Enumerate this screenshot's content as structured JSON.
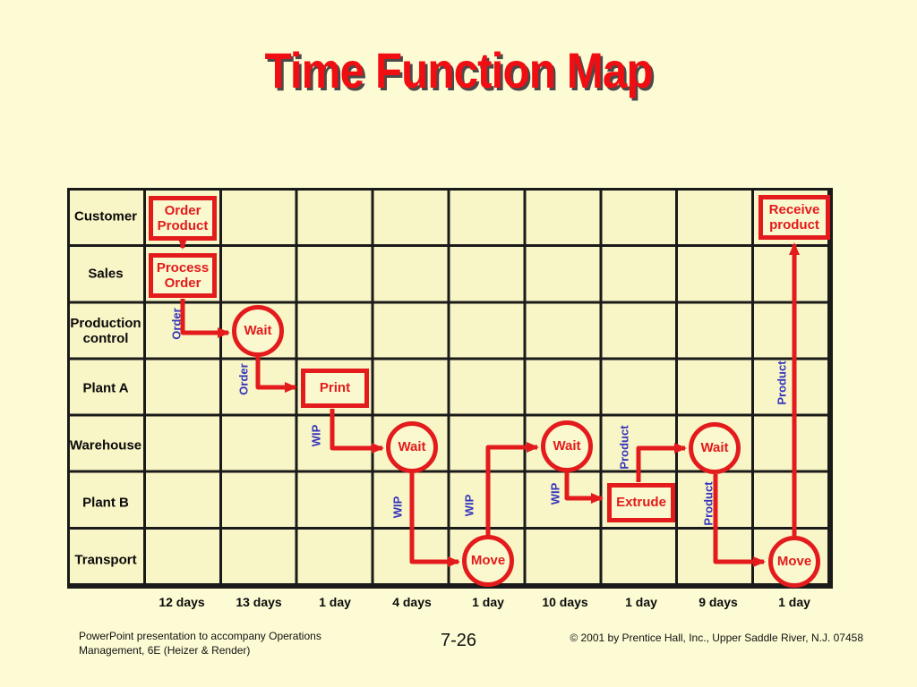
{
  "slide": {
    "title": "Time Function Map",
    "page_number": "7-26",
    "footer_left": "PowerPoint presentation to accompany Operations Management, 6E (Heizer & Render)",
    "footer_right": "© 2001 by Prentice Hall, Inc.,  Upper Saddle River, N.J. 07458"
  },
  "colors": {
    "accent_red": "#e31b1d",
    "label_blue": "#3434c0",
    "grid_line": "#1a1a1a",
    "background": "#fdfbd4",
    "cell_fill": "#f8f5c6"
  },
  "diagram": {
    "rows": [
      "Customer",
      "Sales",
      "Production control",
      "Plant A",
      "Warehouse",
      "Plant B",
      "Transport"
    ],
    "time_labels": [
      "12 days",
      "13 days",
      "1 day",
      "4 days",
      "1 day",
      "10 days",
      "1 day",
      "9 days",
      "1 day"
    ],
    "nodes": {
      "order_product": {
        "type": "box",
        "label": "Order Product",
        "row": "Customer",
        "column": 1
      },
      "process_order": {
        "type": "box",
        "label": "Process Order",
        "row": "Sales",
        "column": 1
      },
      "wait_production": {
        "type": "circle",
        "label": "Wait",
        "row": "Production control",
        "column": 2
      },
      "print": {
        "type": "box",
        "label": "Print",
        "row": "Plant A",
        "column": 3
      },
      "wait_warehouse_1": {
        "type": "circle",
        "label": "Wait",
        "row": "Warehouse",
        "column": 4
      },
      "move_transport_1": {
        "type": "circle",
        "label": "Move",
        "row": "Transport",
        "column": 5
      },
      "wait_warehouse_2": {
        "type": "circle",
        "label": "Wait",
        "row": "Warehouse",
        "column": 6
      },
      "extrude": {
        "type": "box",
        "label": "Extrude",
        "row": "Plant B",
        "column": 7
      },
      "wait_warehouse_3": {
        "type": "circle",
        "label": "Wait",
        "row": "Warehouse",
        "column": 8
      },
      "move_transport_2": {
        "type": "circle",
        "label": "Move",
        "row": "Transport",
        "column": 9
      },
      "receive_product": {
        "type": "box",
        "label": "Receive product",
        "row": "Customer",
        "column": 9
      }
    },
    "flow_labels": [
      "Order",
      "Order",
      "WIP",
      "WIP",
      "WIP",
      "WIP",
      "Product",
      "Product",
      "Product"
    ]
  }
}
